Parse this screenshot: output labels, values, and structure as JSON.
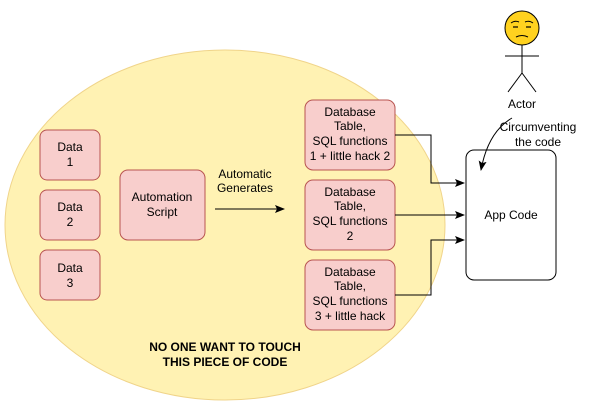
{
  "colors": {
    "ellipse_fill": "#fff2b3",
    "ellipse_stroke": "#f0d48a",
    "box_fill": "#f8cecc",
    "box_stroke": "#b85450",
    "app_fill": "#ffffff",
    "app_stroke": "#000000",
    "actor_head": "#ffd21f",
    "line": "#000000"
  },
  "data_boxes": [
    {
      "line1": "Data",
      "line2": "1"
    },
    {
      "line1": "Data",
      "line2": "2"
    },
    {
      "line1": "Data",
      "line2": "3"
    }
  ],
  "automation_script": {
    "line1": "Automation",
    "line2": "Script"
  },
  "generates_label": {
    "line1": "Automatic",
    "line2": "Generates"
  },
  "db_boxes": [
    {
      "line1": "Database",
      "line2": "Table,",
      "line3": "SQL functions",
      "line4": "1 + little hack 2"
    },
    {
      "line1": "Database",
      "line2": "Table,",
      "line3": "SQL functions",
      "line4": "2"
    },
    {
      "line1": "Database",
      "line2": "Table,",
      "line3": "SQL functions",
      "line4": "3 + little hack"
    }
  ],
  "app_code": {
    "label": "App Code"
  },
  "actor": {
    "label": "Actor",
    "face_icon": "unamused-face-icon"
  },
  "circumvent_label": {
    "line1": "Circumventing",
    "line2": "the code"
  },
  "warning": {
    "line1": "NO ONE WANT TO TOUCH",
    "line2": "THIS PIECE OF CODE"
  }
}
